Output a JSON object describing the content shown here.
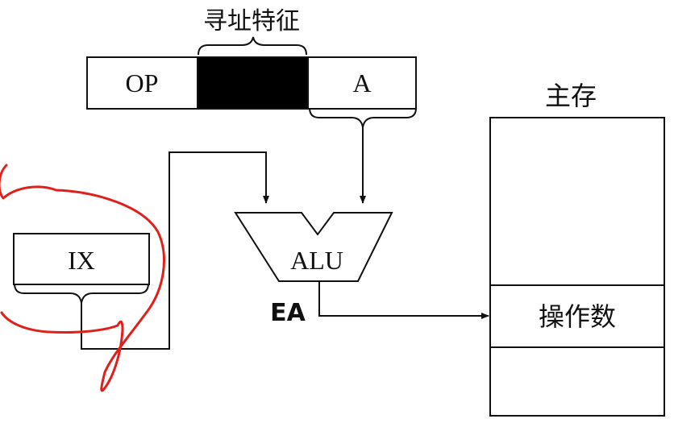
{
  "diagram": {
    "title": "寻址特征",
    "instruction": {
      "op_label": "OP",
      "addr_label": "A"
    },
    "register_label": "IX",
    "alu_label": "ALU",
    "ea_label": "EA",
    "memory": {
      "title": "主存",
      "operand_label": "操作数"
    },
    "colors": {
      "line": "#111111",
      "addressing_field_fill": "#000000",
      "annotation": "#e0201c"
    }
  }
}
